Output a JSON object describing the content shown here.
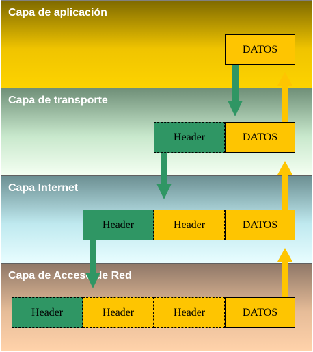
{
  "layers": [
    {
      "title": "Capa de aplicación"
    },
    {
      "title": "Capa de transporte"
    },
    {
      "title": "Capa Internet"
    },
    {
      "title": "Capa de Acceso de Red"
    }
  ],
  "packets": {
    "datos_label": "DATOS",
    "header_label": "Header"
  },
  "colors": {
    "datos_fill": "#fec501",
    "header_new_fill": "#2f9664",
    "down_arrow": "#2f9664",
    "up_arrow": "#fec501"
  }
}
